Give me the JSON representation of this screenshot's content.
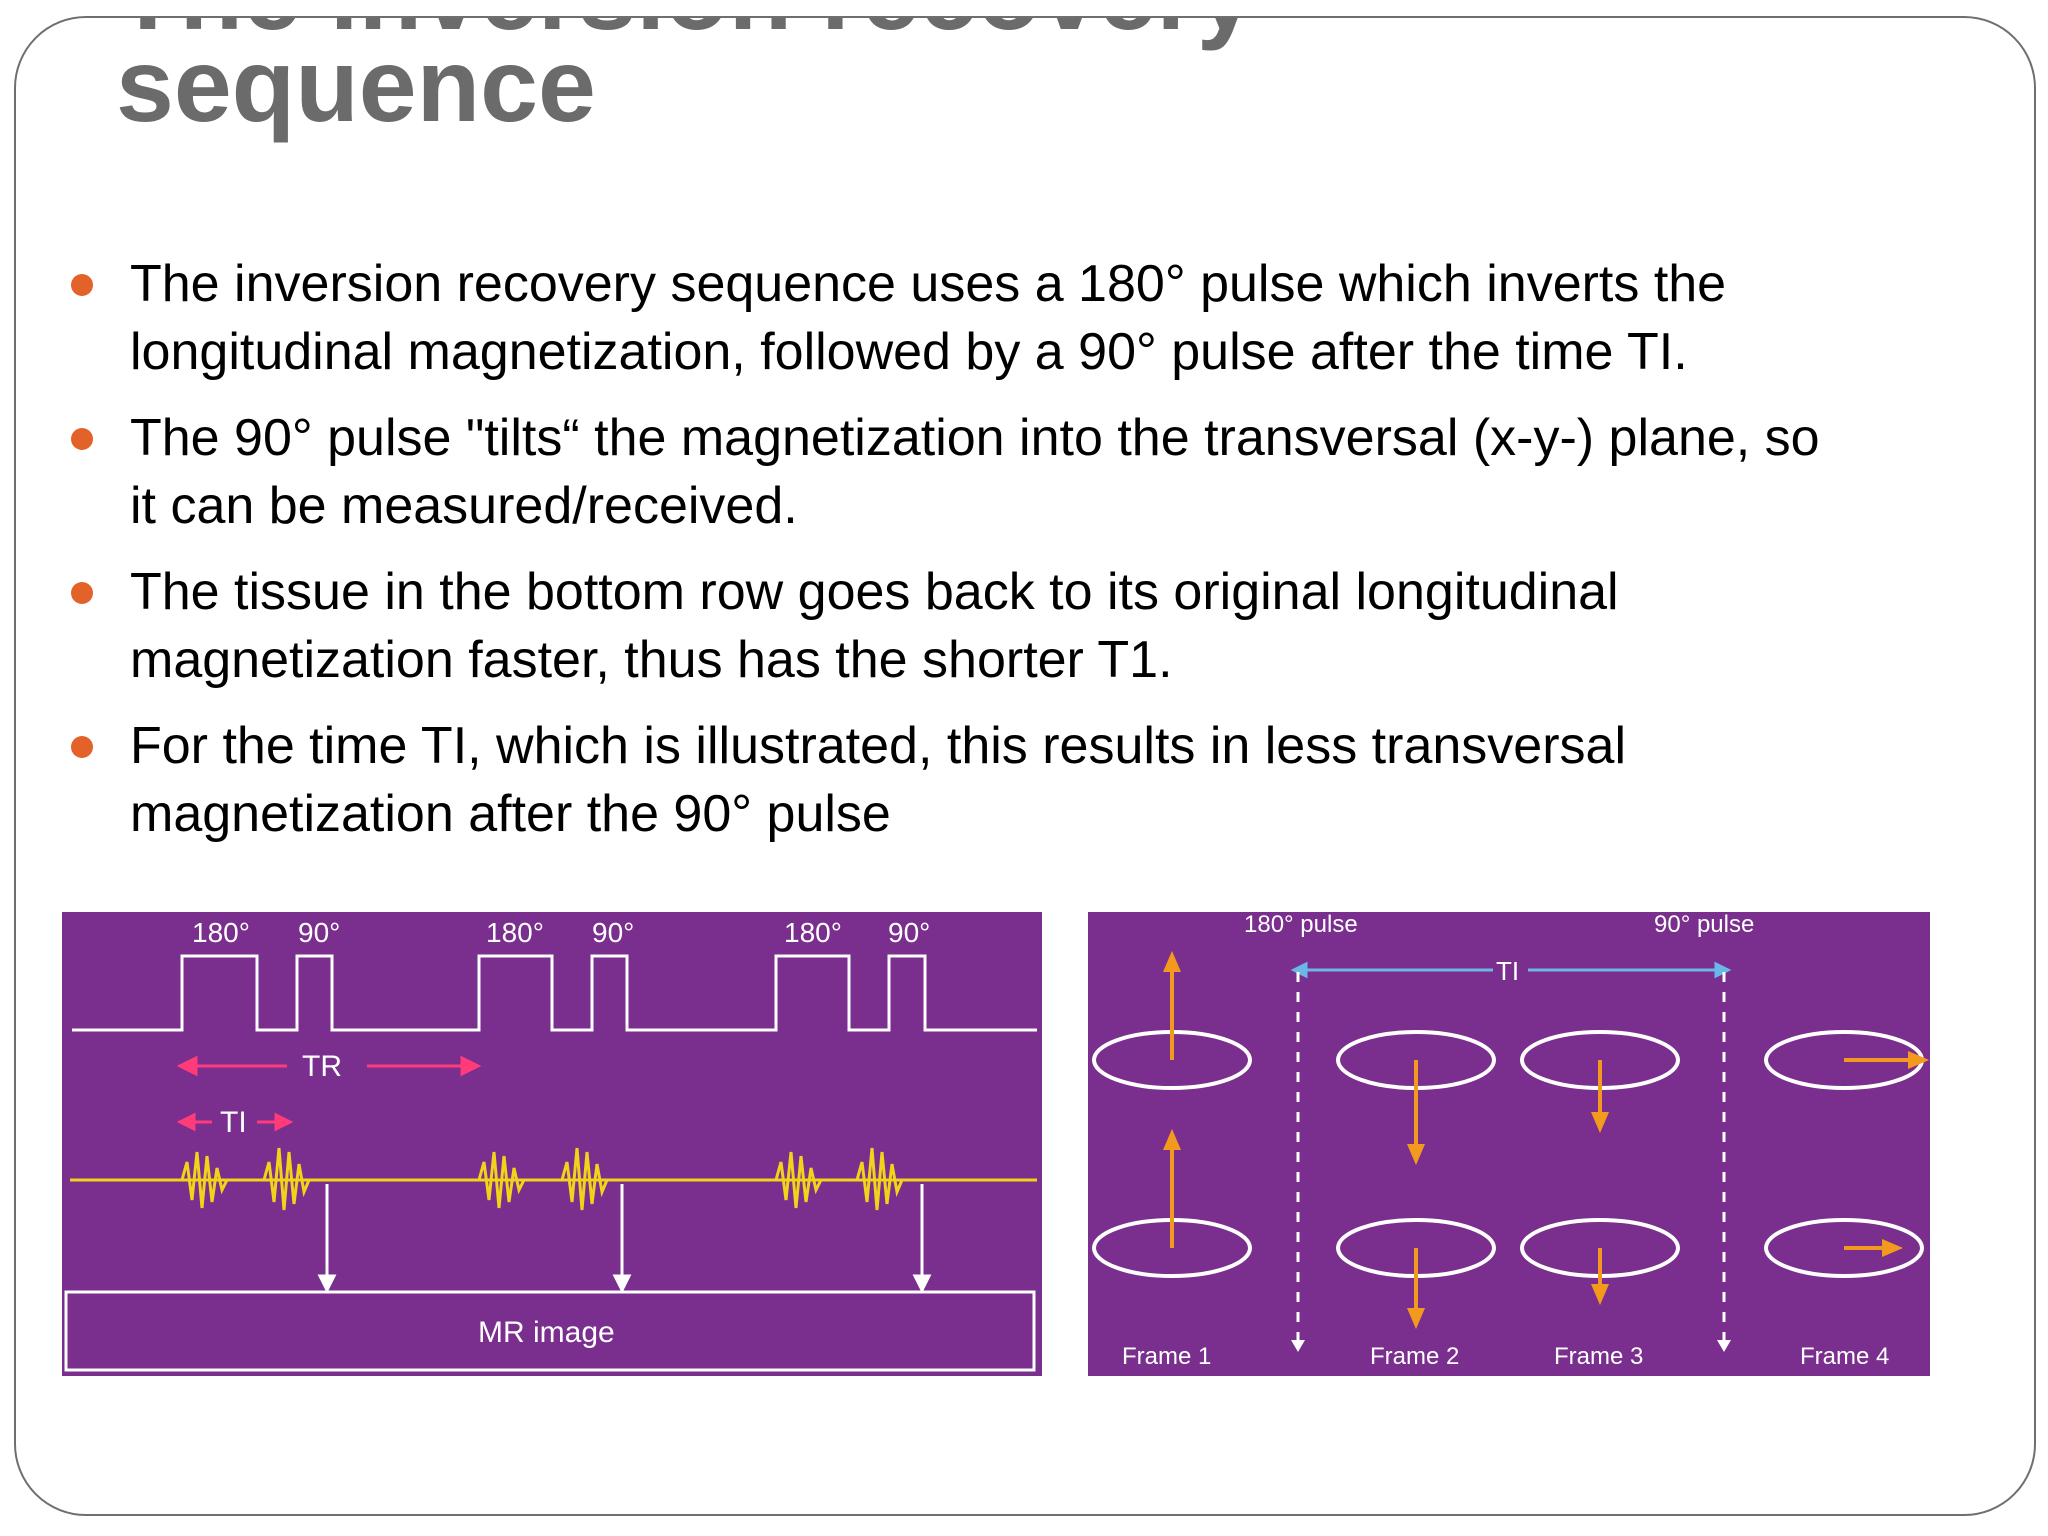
{
  "slide": {
    "title_lines": [
      "The inversion recovery",
      "sequence"
    ],
    "bullets": [
      "The inversion recovery sequence uses a 180° pulse which inverts the longitudinal magnetization, followed by a 90° pulse after the time TI.",
      "The 90° pulse \"tilts“ the magnetization into the transversal (x-y-) plane, so it can be measured/received.",
      "The tissue in the bottom row goes back to its original longitudinal magnetization faster, thus has the shorter T1.",
      "For the time TI, which is illustrated, this results in less transversal magnetization after the 90° pulse"
    ]
  },
  "figure_left": {
    "pulse_labels": [
      "180°",
      "90°",
      "180°",
      "90°",
      "180°",
      "90°"
    ],
    "tr_label": "TR",
    "ti_label": "TI",
    "box_label": "MR image"
  },
  "figure_right": {
    "pulse_180_label": "180° pulse",
    "pulse_90_label": "90° pulse",
    "ti_label": "TI",
    "frames": [
      "Frame 1",
      "Frame 2",
      "Frame 3",
      "Frame 4"
    ]
  },
  "colors": {
    "title": "#6b6b6b",
    "bullet": "#e2622a",
    "figure_bg": "#7a2e8e",
    "signal": "#f2d21a",
    "tr_arrow": "#ff3b7a",
    "vector_arrow": "#f39a1e",
    "ti_arrow": "#6ab8e8"
  }
}
